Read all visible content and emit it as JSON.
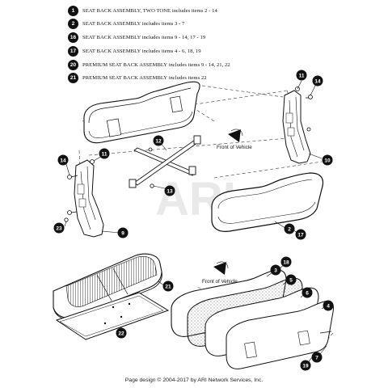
{
  "legend": [
    {
      "num": "1",
      "text": "SEAT BACK ASSEMBLY, TWO TONE includes items 2 - 14"
    },
    {
      "num": "2",
      "text": "SEAT BACK ASSEMBLY includes items 3 - 7"
    },
    {
      "num": "16",
      "text": "SEAT BACK ASSEMBLY includes items 9 - 14, 17 - 19"
    },
    {
      "num": "17",
      "text": "SEAT BACK ASSEMBLY includes items 4 - 6, 18, 19"
    },
    {
      "num": "20",
      "text": "PREMIUM SEAT BACK ASSEMBLY includes items 9 - 14, 21, 22"
    },
    {
      "num": "21",
      "text": "PREMIUM SEAT BACK ASSEMBLY includes items 22"
    }
  ],
  "callouts": {
    "c11a": "11",
    "c14a": "14",
    "c10": "10",
    "c12": "12",
    "c13": "13",
    "c14b": "14",
    "c11b": "11",
    "c23": "23",
    "c9": "9",
    "c2": "2",
    "c17": "17",
    "c21": "21",
    "c22": "22",
    "c3": "3",
    "c18": "18",
    "c5": "5",
    "c6": "6",
    "c4": "4",
    "c7": "7",
    "c19": "19"
  },
  "labels": {
    "front_upper": "Front of Vehicle",
    "front_lower": "Front of Vehicle",
    "watermark": "ARI"
  },
  "footer": "Page design © 2004-2017 by ARI Network Services, Inc."
}
